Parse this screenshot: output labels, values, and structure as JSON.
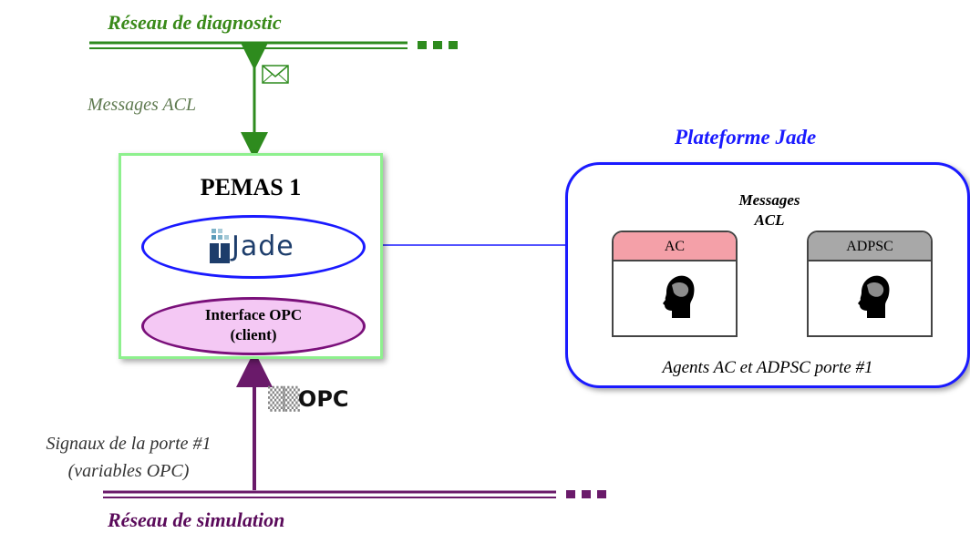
{
  "networks": {
    "diagnostic_label": "Réseau de diagnostic",
    "simulation_label": "Réseau de simulation"
  },
  "left": {
    "messages_acl": "Messages ACL",
    "signals_line1": "Signaux de la porte #1",
    "signals_line2": "(variables OPC)"
  },
  "pemas": {
    "title": "PEMAS 1",
    "jade_logo": "Jade",
    "opc_interface_line1": "Interface OPC",
    "opc_interface_line2": "(client)",
    "opc_logo": "OPC"
  },
  "platform": {
    "title": "Plateforme Jade",
    "messages_line1": "Messages",
    "messages_line2": "ACL",
    "agent_ac": "AC",
    "agent_adpsc": "ADPSC",
    "caption": "Agents AC et ADPSC porte #1"
  },
  "colors": {
    "diagnostic": "#2e8b1e",
    "simulation": "#6a1a6a",
    "jade_blue": "#1a1aff",
    "ac_header": "#f4a0a8",
    "adpsc_header": "#a8a8a8"
  }
}
